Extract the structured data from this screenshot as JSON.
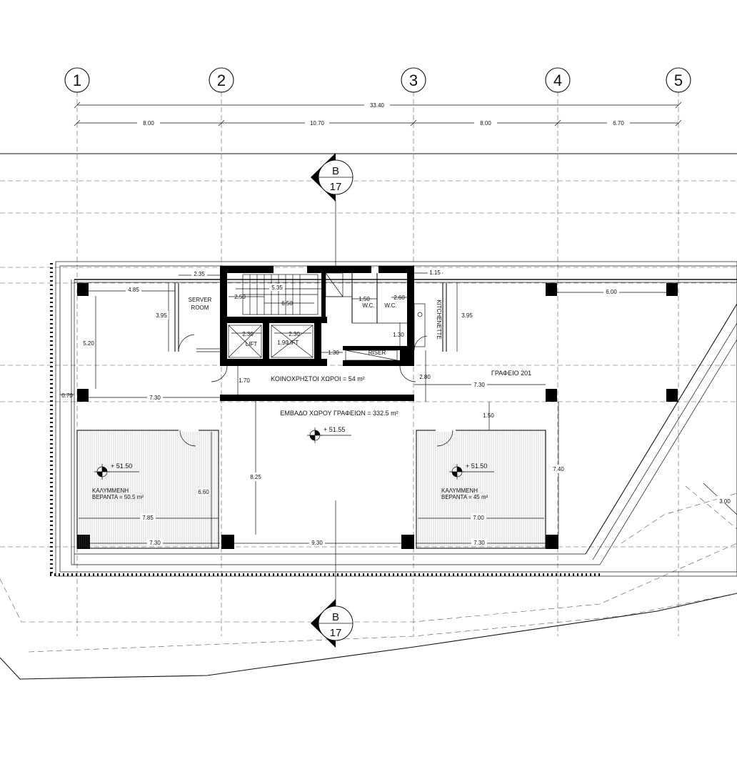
{
  "grid_axes": [
    "1",
    "2",
    "3",
    "4",
    "5"
  ],
  "overall_dimension": "33.40",
  "bay_dimensions": [
    "8.00",
    "10.70",
    "8.00",
    "6.70"
  ],
  "section_marker": {
    "letter": "B",
    "sheet": "17"
  },
  "rooms": {
    "server_room": [
      "SERVER",
      "ROOM"
    ],
    "wc_1": "W.C.",
    "wc_2": "W.C.",
    "lift_1": "LIFT",
    "lift_2": "LIFT",
    "riser": "RISER",
    "kitchenette": "KITCHENETTE",
    "common_areas": "ΚΟΙΝΟΧΡΗΣΤΟΙ ΧΩΡΟΙ = 54 m²",
    "office": "ΓΡΑΦΕΙΟ 201",
    "office_area": "ΕΜΒΑΔΟ ΧΩΡΟΥ ΓΡΑΦΕΙΩΝ = 332.5 m²",
    "veranda_left": [
      "ΚΑΛΥΜΜΕΝΗ",
      "ΒΕΡΑΝΤΑ = 50.5 m²"
    ],
    "veranda_right": [
      "ΚΑΛΥΜΜΕΝΗ",
      "ΒΕΡΑΝΤΑ = 45 m²"
    ]
  },
  "levels": {
    "office": "+ 51.55",
    "veranda_left": "+ 51.50",
    "veranda_right": "+ 51.50"
  },
  "dimensions": {
    "d_2_35": "2.35",
    "d_5_35": "5.35",
    "d_1_15": "1.15",
    "d_4_85": "4.85",
    "d_2_50": "2.50",
    "d_6_50": "6.50",
    "d_1_50": "1.50",
    "d_2_60": "2.60",
    "d_6_00": "6.00",
    "d_3_95_a": "3.95",
    "d_3_95_b": "3.95",
    "d_2_30_a": "2.30",
    "d_2_30_b": "2.30",
    "d_1_90": "1.90",
    "d_5_20": "5.20",
    "d_1_30_a": "1.30",
    "d_1_30_b": "1.30",
    "d_1_70": "1.70",
    "d_2_80": "2.80",
    "d_0_70": "0.70",
    "d_7_30_a": "7.30",
    "d_7_30_b": "7.30",
    "d_1_50_b": "1.50",
    "d_8_25": "8.25",
    "d_7_40": "7.40",
    "d_6_60": "6.60",
    "d_7_85": "7.85",
    "d_7_00": "7.00",
    "d_7_30_c": "7.30",
    "d_9_30": "9.30",
    "d_7_30_d": "7.30",
    "d_3_00": "3.00"
  }
}
